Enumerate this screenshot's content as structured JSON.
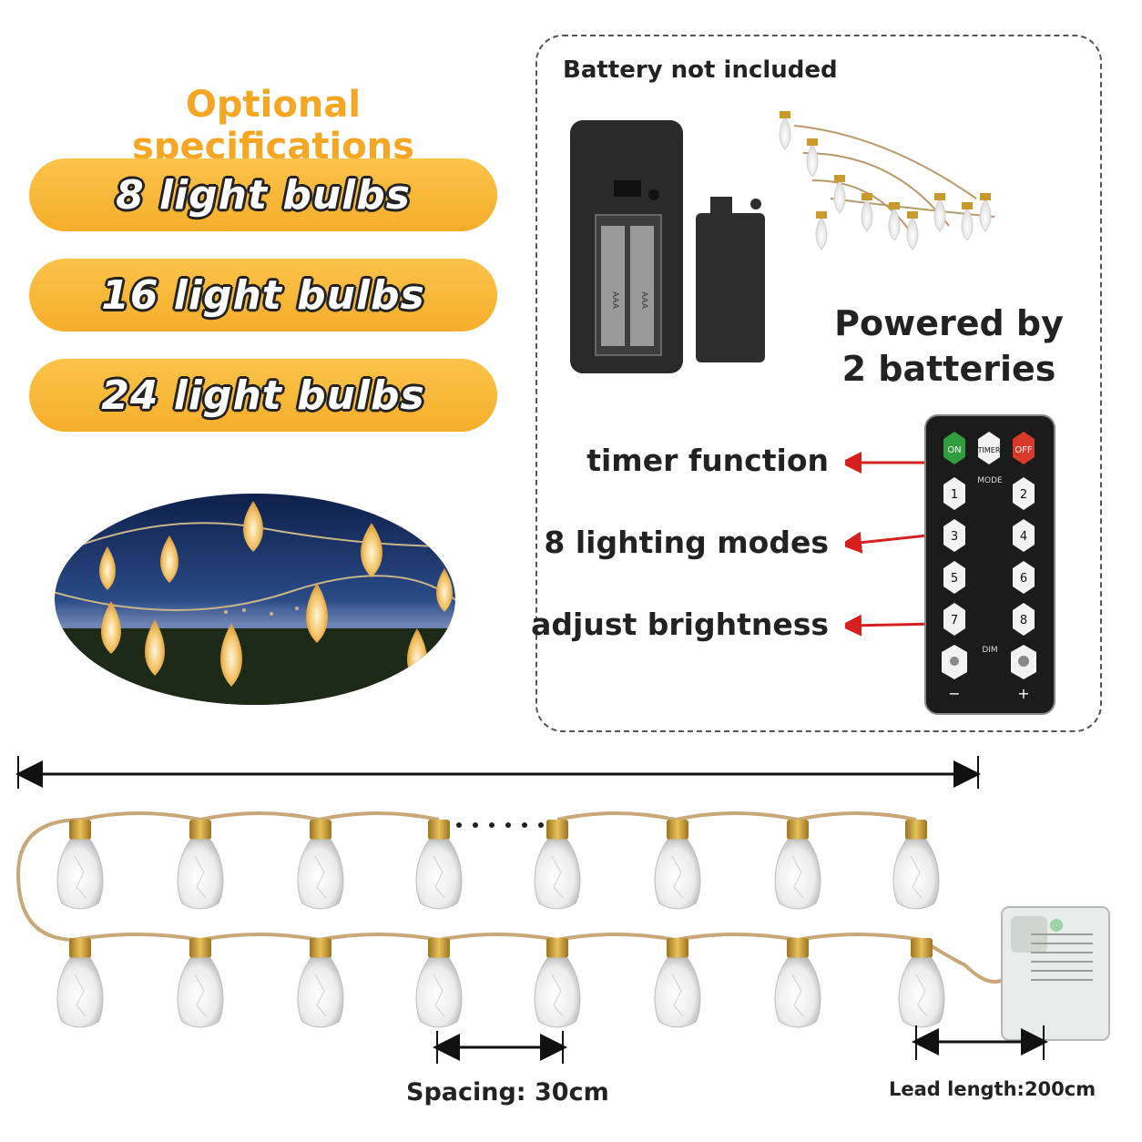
{
  "specs": {
    "title": "Optional specifications",
    "options": [
      "8 light bulbs",
      "16 light bulbs",
      "24 light bulbs"
    ]
  },
  "box": {
    "battery_note": "Battery not included",
    "powered_line1": "Powered by",
    "powered_line2": "2 batteries",
    "features": [
      "timer function",
      "8 lighting modes",
      "adjust brightness"
    ],
    "remote": {
      "on": "ON",
      "timer": "TIMER",
      "off": "OFF",
      "mode": "MODE",
      "dim": "DIM",
      "minus": "−",
      "plus": "+",
      "numbers": [
        "1",
        "2",
        "3",
        "4",
        "5",
        "6",
        "7",
        "8"
      ]
    },
    "battery_labels": [
      "AAA",
      "AAA"
    ]
  },
  "dimensions": {
    "spacing": "Spacing: 30cm",
    "lead_length": "Lead length:200cm"
  },
  "colors": {
    "pill": "#f8b73a",
    "title": "#f5a623",
    "arrow_red": "#d62020",
    "on_green": "#2e9e3e",
    "off_red": "#d83a2a",
    "bulb_cap": "#c89a2c"
  }
}
